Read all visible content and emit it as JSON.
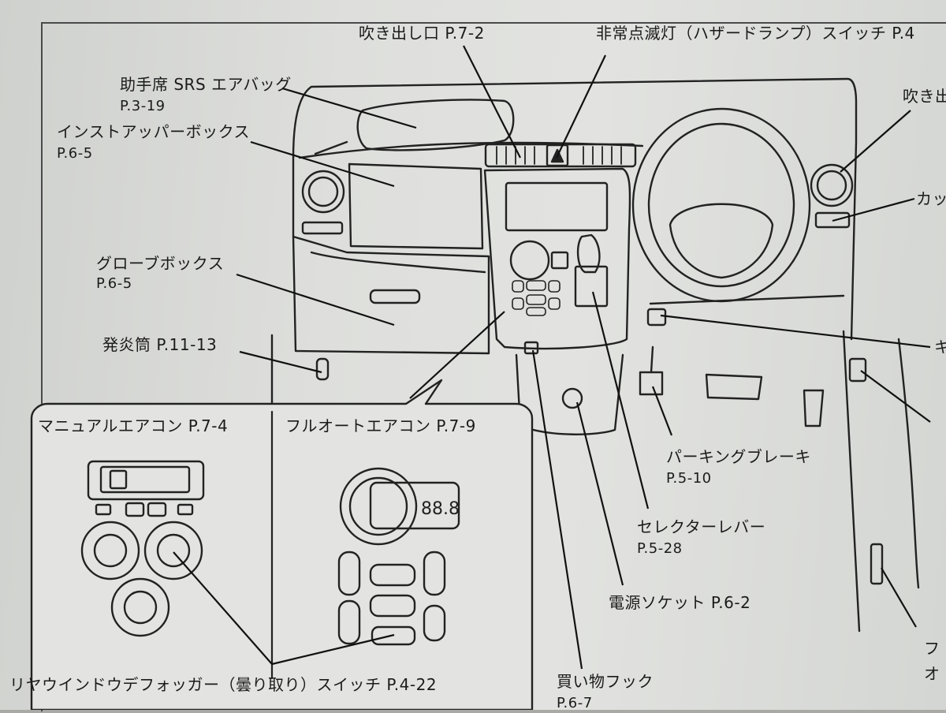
{
  "callouts": {
    "center_vent": "吹き出し口 P.7-2",
    "hazard_switch": "非常点滅灯（ハザードランプ）スイッチ P.4",
    "right_vent": "吹き出",
    "passenger_airbag": "助手席 SRS エアバッグ",
    "passenger_airbag_page": "P.3-19",
    "upper_box": "インストアッパーボックス",
    "upper_box_page": "P.6-5",
    "cup_holder": "カッ",
    "glove_box": "グローブボックス",
    "glove_box_page": "P.6-5",
    "flare": "発炎筒 P.11-13",
    "key": "キ",
    "parking_brake": "パーキングブレーキ",
    "parking_brake_page": "P.5-10",
    "selector_lever": "セレクターレバー",
    "selector_lever_page": "P.5-28",
    "power_socket": "電源ソケット P.6-2",
    "shopping_hook": "買い物フック",
    "shopping_hook_page": "P.6-7",
    "right_bottom_1": "フ",
    "right_bottom_2": "オ"
  },
  "inset": {
    "manual_ac": "マニュアルエアコン P.7-4",
    "full_auto_ac": "フルオートエアコン P.7-9",
    "rear_defogger": "リヤウインドウデフォッガー（曇り取り）スイッチ P.4-22"
  }
}
